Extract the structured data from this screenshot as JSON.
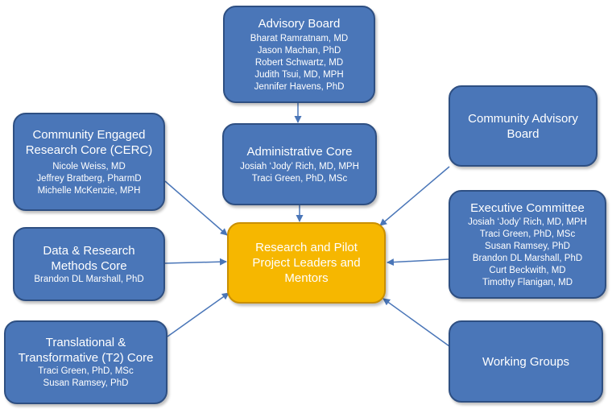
{
  "colors": {
    "box_fill": "#4a76b8",
    "box_border": "#2e4f82",
    "center_fill": "#f6b700",
    "arrow": "#4a76b8"
  },
  "nodes": {
    "advisory_board": {
      "title": "Advisory Board",
      "members": [
        "Bharat Ramratnam, MD",
        "Jason Machan, PhD",
        "Robert Schwartz, MD",
        "Judith Tsui, MD, MPH",
        "Jennifer Havens, PhD"
      ]
    },
    "administrative_core": {
      "title_lines": [
        "Administrative Core"
      ],
      "members": [
        "Josiah ‘Jody’ Rich, MD, MPH",
        "Traci Green, PhD, MSc"
      ]
    },
    "cerc": {
      "title_lines": [
        "Community Engaged",
        "Research Core (CERC)"
      ],
      "members": [
        "Nicole Weiss, MD",
        "Jeffrey Bratberg, PharmD",
        "Michelle McKenzie, MPH"
      ]
    },
    "data_research": {
      "title_lines": [
        "Data & Research",
        "Methods Core"
      ],
      "members": [
        "Brandon DL Marshall, PhD"
      ]
    },
    "t2_core": {
      "title_lines": [
        "Translational &",
        "Transformative (T2) Core"
      ],
      "members": [
        "Traci Green, PhD, MSc",
        "Susan Ramsey, PhD"
      ]
    },
    "center": {
      "title_lines": [
        "Research and Pilot",
        "Project Leaders and",
        "Mentors"
      ]
    },
    "community_advisory": {
      "title_lines": [
        "Community Advisory",
        "Board"
      ]
    },
    "executive_committee": {
      "title_lines": [
        "Executive Committee"
      ],
      "members": [
        "Josiah ‘Jody’ Rich, MD, MPH",
        "Traci Green, PhD, MSc",
        "Susan Ramsey, PhD",
        "Brandon DL Marshall, PhD",
        "Curt Beckwith, MD",
        "Timothy Flanigan, MD"
      ]
    },
    "working_groups": {
      "title_lines": [
        "Working Groups"
      ]
    }
  }
}
